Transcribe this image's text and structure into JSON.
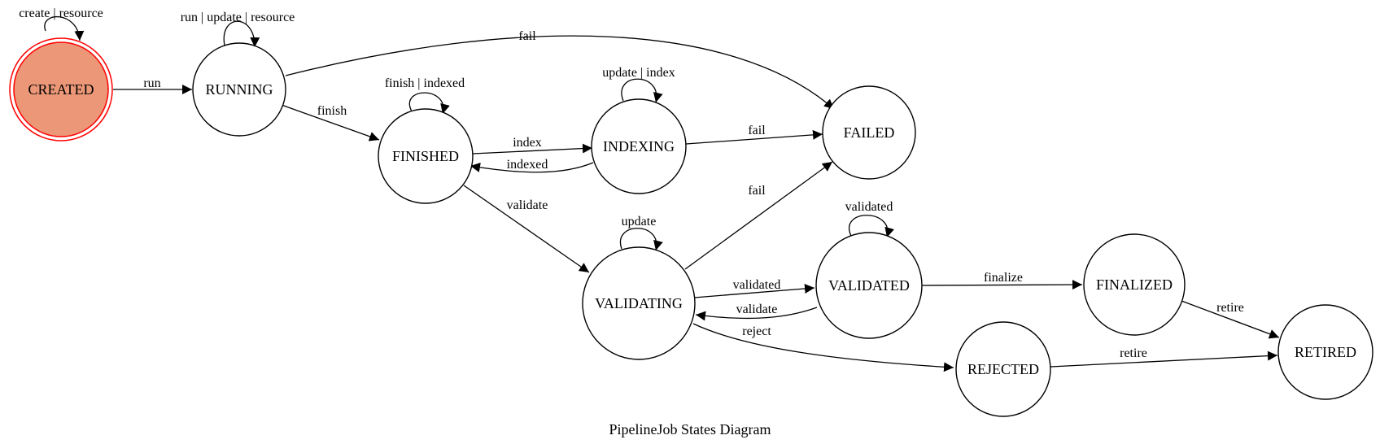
{
  "diagram": {
    "caption": "PipelineJob States Diagram",
    "colors": {
      "initial_fill": "#eb9778",
      "initial_stroke": "#ff0000",
      "node_fill": "#ffffff",
      "stroke": "#000000"
    },
    "states": {
      "created": "CREATED",
      "running": "RUNNING",
      "finished": "FINISHED",
      "indexing": "INDEXING",
      "failed": "FAILED",
      "validating": "VALIDATING",
      "validated": "VALIDATED",
      "finalized": "FINALIZED",
      "rejected": "REJECTED",
      "retired": "RETIRED"
    },
    "transitions": {
      "created_created": "create | resource",
      "created_running": "run",
      "running_running": "run | update | resource",
      "running_failed": "fail",
      "running_finished": "finish",
      "finished_finished": "finish | indexed",
      "finished_indexing": "index",
      "indexing_finished": "indexed",
      "indexing_indexing": "update | index",
      "indexing_failed": "fail",
      "finished_validating": "validate",
      "validating_validating": "update",
      "validating_failed": "fail",
      "validating_validated": "validated",
      "validated_validating": "validate",
      "validated_validated": "validated",
      "validated_finalized": "finalize",
      "validating_rejected": "reject",
      "finalized_retired": "retire",
      "rejected_retired": "retire"
    }
  }
}
